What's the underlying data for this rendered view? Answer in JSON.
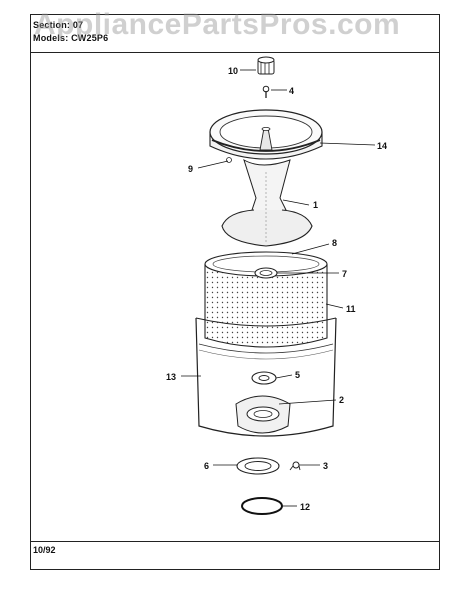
{
  "header": {
    "section_label": "Section:",
    "section_value": "07",
    "models_label": "Models:",
    "models_value": "CW25P6"
  },
  "watermark": "AppliancePartsPros.com",
  "footer": {
    "date_code": "10/92"
  },
  "callouts": [
    "10",
    "4",
    "14",
    "9",
    "1",
    "8",
    "7",
    "11",
    "13",
    "5",
    "2",
    "6",
    "3",
    "12"
  ]
}
